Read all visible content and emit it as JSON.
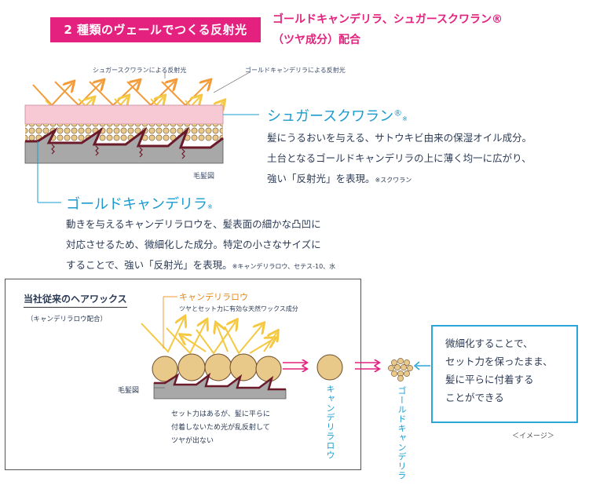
{
  "header": {
    "badge": "2 種類のヴェールでつくる反射光",
    "subtitle_line1": "ゴールドキャンデリラ、シュガースクワラン®",
    "subtitle_line2": "（ツヤ成分）配合"
  },
  "diagram_top": {
    "label_squalane_reflect": "シュガースクワランによる反射光",
    "label_gold_reflect": "ゴールドキャンデリラによる反射光",
    "hair_label": "毛髪図"
  },
  "squalane": {
    "title": "シュガースクワラン",
    "title_mark": "®",
    "title_note": "※",
    "line1": "髪にうるおいを与える、サトウキビ由来の保湿オイル成分。",
    "line2": "土台となるゴールドキャンデリラの上に薄く均一に広がり、",
    "line3": "強い「反射光」を表現。",
    "line3_note": "※スクワラン"
  },
  "gold": {
    "title": "ゴールドキャンデリラ",
    "title_note": "※",
    "line1": "動きを与えるキャンデリラロウを、髪表面の細かな凸凹に",
    "line2": "対応させるため、微細化した成分。特定の小さなサイズに",
    "line3": "することで、強い「反射光」を表現。",
    "line3_note": "※キャンデリラロウ、セテス-10、水"
  },
  "conventional": {
    "title": "当社従来のヘアワックス",
    "subtitle": "（キャンデリラロウ配合）",
    "candelilla_label": "キャンデリラロウ",
    "candelilla_desc": "ツヤとセット力に有効な天然ワックス成分",
    "hair_label": "毛髪図",
    "caption_line1": "セット力はあるが、髪に平らに",
    "caption_line2": "付着しないため光が乱反射して",
    "caption_line3": "ツヤが出ない"
  },
  "vertical_labels": {
    "candelilla": "キャンデリラロウ",
    "gold": "ゴールドキャンデリラ"
  },
  "callout": {
    "line1": "微細化することで、",
    "line2": "セット力を保ったまま、",
    "line3": "髪に平らに付着する",
    "line4": "ことができる"
  },
  "image_note": "＜イメージ＞",
  "colors": {
    "accent_pink": "#e4217e",
    "accent_blue": "#1a9bd0",
    "arrow_orange": "#f29b38",
    "arrow_yellow": "#f5c842",
    "wax_tan": "#e8c98a",
    "hair_gray": "#a8a8a8"
  }
}
